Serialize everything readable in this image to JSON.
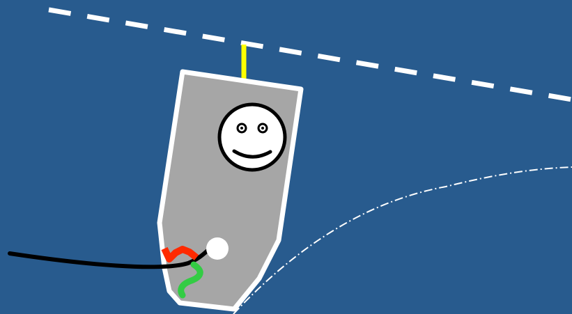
{
  "scene": {
    "background_color": "#285b8e",
    "objects": [
      {
        "kind": "dashed-boundary-line",
        "color": "#ffffff"
      },
      {
        "kind": "dash-dot-trajectory",
        "color": "#ffffff"
      },
      {
        "kind": "gray-boat-hull",
        "color": "#a6a6a6",
        "outline": "#ffffff"
      },
      {
        "kind": "smiley-face",
        "color": "#ffffff",
        "features": "#000000"
      },
      {
        "kind": "yellow-mast",
        "color": "#ffff00"
      },
      {
        "kind": "white-ball",
        "color": "#ffffff"
      },
      {
        "kind": "black-rope",
        "color": "#000000"
      },
      {
        "kind": "red-squiggle",
        "color": "#ff2a00"
      },
      {
        "kind": "green-squiggle",
        "color": "#33cc44"
      }
    ]
  }
}
